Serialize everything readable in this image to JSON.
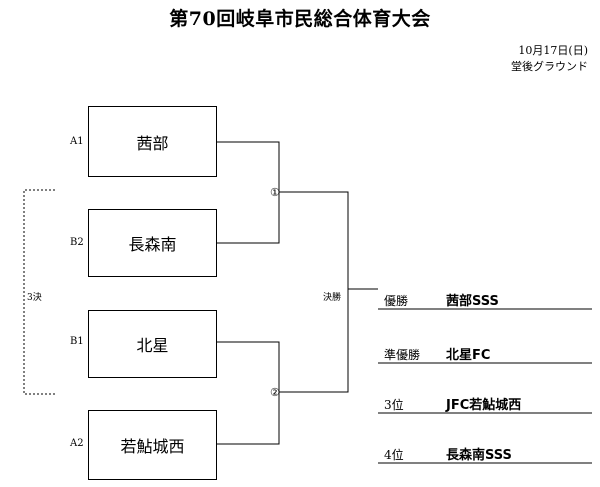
{
  "header": {
    "title": "第70回岐阜市民総合体育大会",
    "date": "10月17日(日)",
    "venue": "堂後グラウンド"
  },
  "bracket": {
    "teams": [
      {
        "seed": "A1",
        "name": "茜部"
      },
      {
        "seed": "B2",
        "name": "長森南"
      },
      {
        "seed": "B1",
        "name": "北星"
      },
      {
        "seed": "A2",
        "name": "若鮎城西"
      }
    ],
    "match1_label": "①",
    "match2_label": "②",
    "final_label": "決勝",
    "third_place_label": "3決"
  },
  "results": [
    {
      "rank": "優勝",
      "team": "茜部SSS"
    },
    {
      "rank": "準優勝",
      "team": "北星FC"
    },
    {
      "rank": "3位",
      "team": "JFC若鮎城西"
    },
    {
      "rank": "4位",
      "team": "長森南SSS"
    }
  ]
}
